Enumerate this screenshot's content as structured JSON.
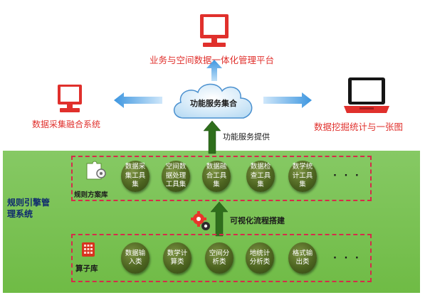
{
  "top_platform": {
    "label": "业务与空间数据一体化管理平台",
    "icon": "monitor-icon"
  },
  "left_system": {
    "label": "数据采集融合系统",
    "icon": "monitor-icon"
  },
  "right_system": {
    "label": "数据挖掘统计与一张图",
    "icon": "laptop-icon"
  },
  "cloud": {
    "label": "功能服务集合",
    "icon": "cloud-icon"
  },
  "service_arrow_label": "功能服务提供",
  "engine_label": "规则引擎管理系统",
  "rule_library": {
    "label": "规则方案库",
    "icon": "puzzle-gear-icon",
    "items": [
      "数据采集工具集",
      "空间数据处理工具集",
      "数据融合工具集",
      "数据检查工具集",
      "数学统计工具集"
    ],
    "more": "·  ·  ·"
  },
  "flow_label": "可视化流程搭建",
  "flow_icon": "gears-icon",
  "operator_library": {
    "label": "算子库",
    "icon": "calculator-icon",
    "items": [
      "数据输入类",
      "数学计算类",
      "空间分析类",
      "地统计分析类",
      "格式输出类"
    ],
    "more": "·  ·  ·"
  },
  "colors": {
    "accent_red": "#e0302c",
    "arrow_blue": "#4fa3e6",
    "arrow_green": "#2f6e1c",
    "panel_green": "#7cc354",
    "node_green": "#4d6420",
    "dash_red": "#d62b4a"
  }
}
